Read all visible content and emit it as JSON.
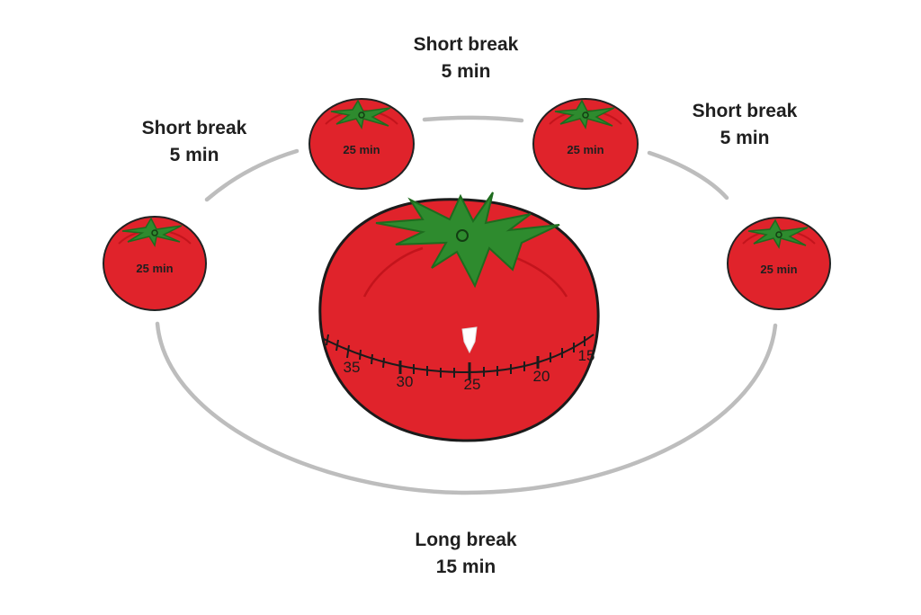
{
  "colors": {
    "tomato": "#e0232b",
    "tomato_dark": "#c3141c",
    "stem": "#2e8b2e",
    "stem_dark": "#1e6b1e",
    "cycle_line": "#bdbdbd",
    "text": "#1f1f1f"
  },
  "tomatoes": [
    {
      "name": "work-left",
      "label": "25 min"
    },
    {
      "name": "work-top-left",
      "label": "25 min"
    },
    {
      "name": "work-top-right",
      "label": "25 min"
    },
    {
      "name": "work-right",
      "label": "25 min"
    }
  ],
  "breaks": {
    "short_left": {
      "title": "Short break",
      "duration": "5 min"
    },
    "short_top": {
      "title": "Short break",
      "duration": "5 min"
    },
    "short_right": {
      "title": "Short break",
      "duration": "5 min"
    },
    "long": {
      "title": "Long break",
      "duration": "15 min"
    }
  },
  "timer": {
    "dial_numbers": [
      "35",
      "30",
      "25",
      "20",
      "15"
    ]
  }
}
